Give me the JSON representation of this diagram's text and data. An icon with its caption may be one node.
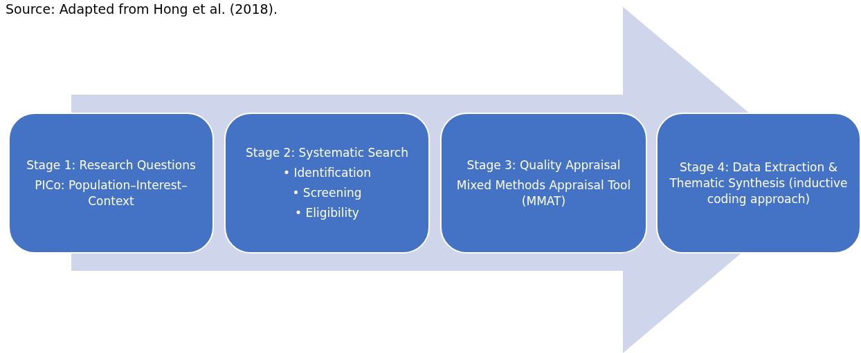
{
  "diagram": {
    "nodes": [
      {
        "text": [
          "Stage 1: Research Questions",
          "PICo: Population–Interest–Context"
        ]
      },
      {
        "text": [
          "Stage 2: Systematic Search",
          "• Identification",
          "• Screening",
          "• Eligibility"
        ]
      },
      {
        "text": [
          "Stage 3: Quality Appraisal",
          "Mixed Methods Appraisal Tool (MMAT)"
        ]
      },
      {
        "text": [
          "Stage 4: Data Extraction & Thematic Synthesis (inductive coding approach)"
        ]
      }
    ],
    "edges": [
      {
        "from": 0,
        "to": 3,
        "arrow": "to"
      }
    ],
    "labels": [
      "Source: Adapted from Hong et al. (2018)."
    ]
  }
}
